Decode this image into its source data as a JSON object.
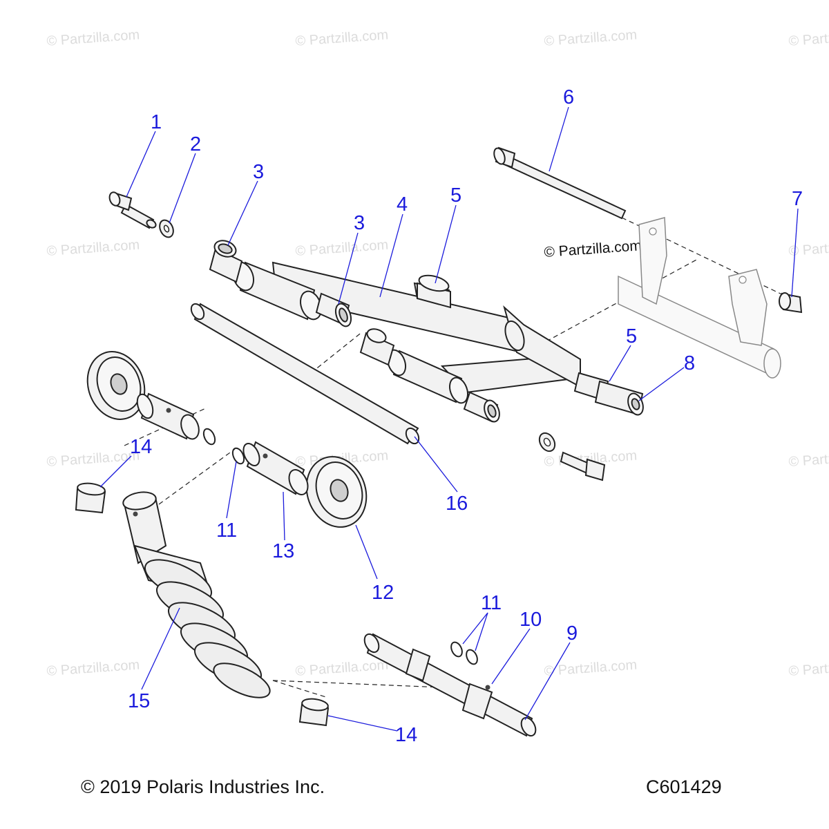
{
  "watermarks": {
    "text": "© Partzilla.com",
    "grid_text": "© Partzilla.com"
  },
  "diagram": {
    "callouts": [
      "1",
      "2",
      "3",
      "3",
      "4",
      "5",
      "5",
      "6",
      "7",
      "8",
      "9",
      "10",
      "11",
      "11",
      "12",
      "13",
      "14",
      "14",
      "15",
      "16"
    ]
  },
  "footer": {
    "copyright": "© 2019 Polaris Industries Inc.",
    "diagram_id": "C601429"
  }
}
